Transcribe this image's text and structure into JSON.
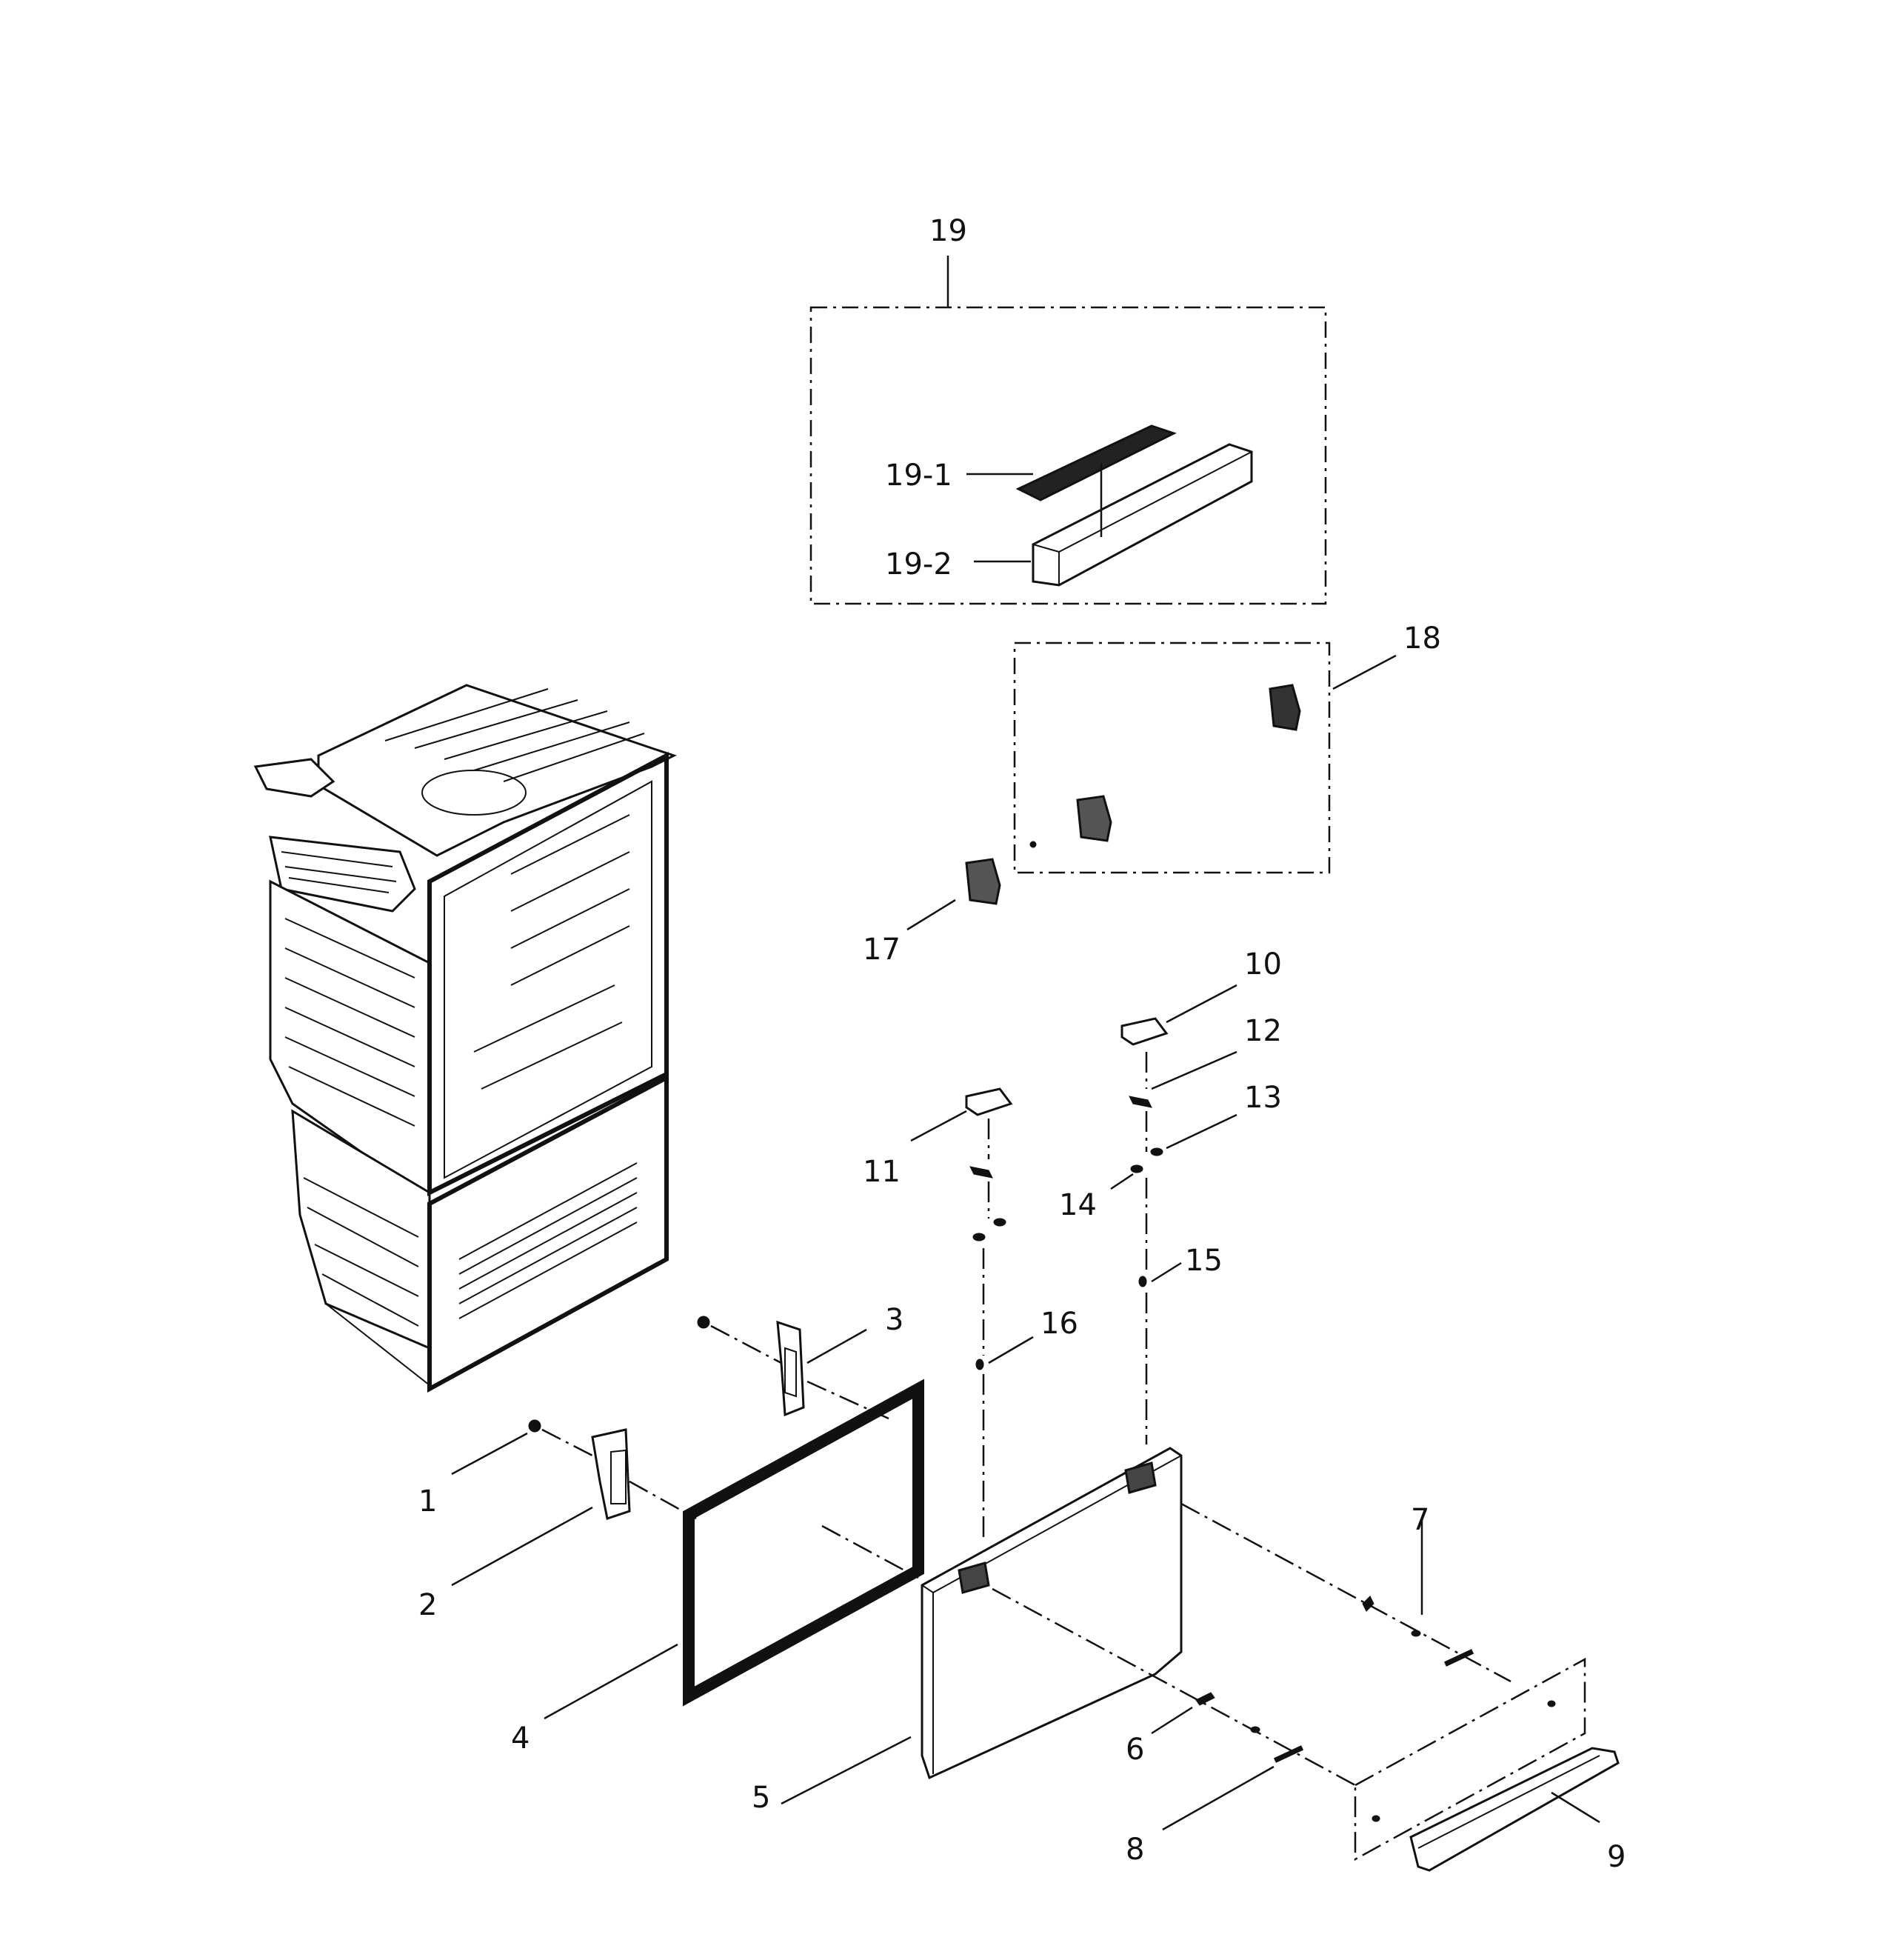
{
  "labels": {
    "p1": "1",
    "p2": "2",
    "p3": "3",
    "p4": "4",
    "p5": "5",
    "p6": "6",
    "p7": "7",
    "p8": "8",
    "p9": "9",
    "p10": "10",
    "p11": "11",
    "p12": "12",
    "p13": "13",
    "p14": "14",
    "p15": "15",
    "p16": "16",
    "p17": "17",
    "p18": "18",
    "p19": "19",
    "p19_1": "19-1",
    "p19_2": "19-2"
  }
}
